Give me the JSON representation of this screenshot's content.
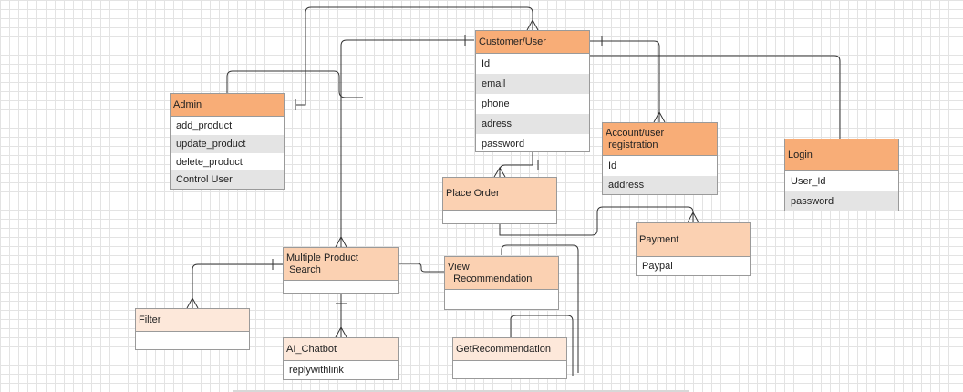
{
  "entities": {
    "customer": {
      "title": "Customer/User",
      "fields": [
        "Id",
        "email",
        "phone",
        "adress",
        "password"
      ]
    },
    "admin": {
      "title": "Admin",
      "fields": [
        "add_product",
        "update_product",
        "delete_product",
        "Control User"
      ]
    },
    "account": {
      "title": "Account/user\n registration",
      "fields": [
        "Id",
        "address"
      ]
    },
    "login": {
      "title": "Login",
      "fields": [
        "User_Id",
        "password"
      ]
    },
    "place_order": {
      "title": "Place Order",
      "fields": []
    },
    "payment": {
      "title": "Payment",
      "fields": [
        "Paypal"
      ]
    },
    "multi_search": {
      "title": "Multiple Product\n Search",
      "fields": []
    },
    "view_rec": {
      "title": "View\n  Recommendation",
      "fields": []
    },
    "filter": {
      "title": "Filter",
      "fields": []
    },
    "chatbot": {
      "title": "AI_Chatbot",
      "fields": [
        "replywithlink"
      ]
    },
    "get_rec": {
      "title": "GetRecommendation",
      "fields": []
    }
  },
  "colors": {
    "header_strong": "#f8ad77",
    "header_mid": "#fbd1b2",
    "header_light": "#fde8da",
    "connector": "#333333",
    "grid": "#e3e3e3"
  }
}
